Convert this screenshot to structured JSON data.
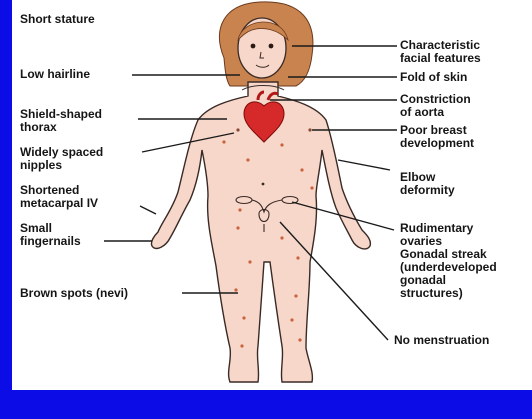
{
  "colors": {
    "frame": "#0c0ce6",
    "panel": "#ffffff",
    "skin": "#f7d7c9",
    "skin_outline": "#3a2a26",
    "hair": "#c9834f",
    "heart": "#d62a2a",
    "spots": "#c9633c",
    "leader": "#1a1a1a"
  },
  "icons": {
    "figure": "human-figure-illustration",
    "heart": "heart-icon",
    "ovaries": "ovaries-icon"
  },
  "labels": {
    "left": {
      "short_stature": "Short stature",
      "low_hairline": "Low hairline",
      "shield_thorax": "Shield-shaped\nthorax",
      "widely_spaced_nipples": "Widely spaced\nnipples",
      "shortened_metacarpal": "Shortened\nmetacarpal IV",
      "small_fingernails": "Small\nfingernails",
      "brown_spots": "Brown spots (nevi)"
    },
    "right": {
      "facial_features": "Characteristic\nfacial features",
      "fold_of_skin": "Fold of skin",
      "constriction_aorta": "Constriction\nof aorta",
      "poor_breast": "Poor breast\ndevelopment",
      "elbow_deformity": "Elbow\ndeformity",
      "rudimentary_ovaries": "Rudimentary\novaries",
      "gonadal_streak": "Gonadal streak\n(underdeveloped\ngonadal\nstructures)",
      "no_menstruation": "No menstruation"
    }
  }
}
